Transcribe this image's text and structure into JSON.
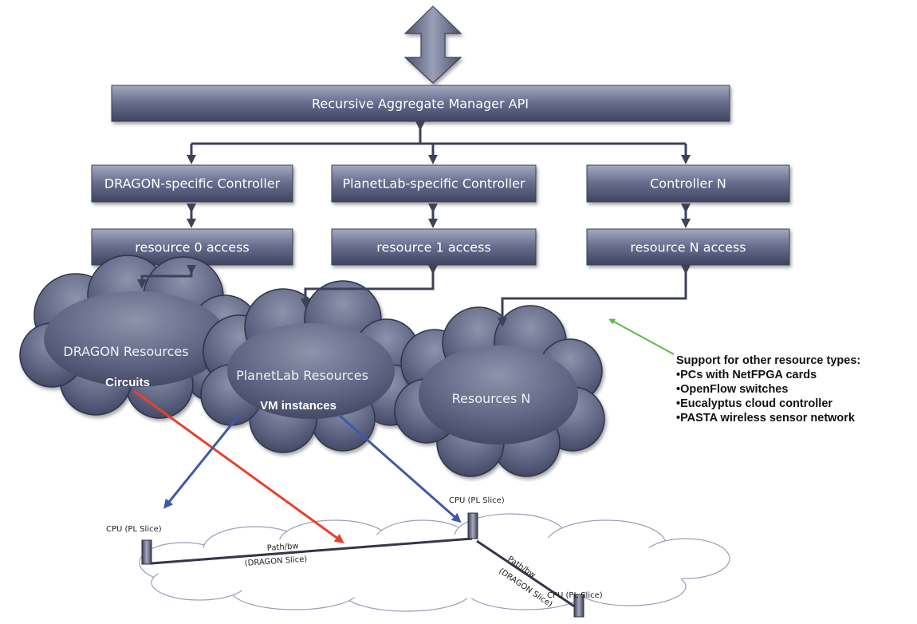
{
  "api_bar": {
    "label": "Recursive Aggregate Manager API"
  },
  "controllers": [
    {
      "label": "DRAGON-specific Controller"
    },
    {
      "label": "PlanetLab-specific Controller"
    },
    {
      "label": "Controller N"
    }
  ],
  "access_boxes": [
    {
      "label": "resource 0 access"
    },
    {
      "label": "resource 1 access"
    },
    {
      "label": "resource N access"
    }
  ],
  "clouds": {
    "dragon": {
      "title": "DRAGON Resources",
      "sub": "Circuits"
    },
    "planetlab": {
      "title": "PlanetLab Resources",
      "sub": "VM instances"
    },
    "n": {
      "title": "Resources N"
    }
  },
  "support_note": {
    "title": "Support for other resource types:",
    "items": [
      "•PCs with NetFPGA cards",
      "•OpenFlow switches",
      "•Eucalyptus cloud controller",
      "•PASTA wireless sensor network"
    ]
  },
  "slice_labels": {
    "cpu_left": "CPU (PL Slice)",
    "cpu_mid": "CPU (PL Slice)",
    "cpu_right": "CPU (PL Slice)",
    "path1_a": "Path/bw",
    "path1_b": "(DRAGON Slice)",
    "path2_a": "Path/bw",
    "path2_b": "(DRAGON Slice)"
  },
  "colors": {
    "box_dark": "#454c69",
    "box_light": "#9da1b8",
    "connector": "#3d4258",
    "red_arrow": "#e8412c",
    "blue_arrow": "#3e5aa6",
    "green_arrow": "#5db84b"
  }
}
